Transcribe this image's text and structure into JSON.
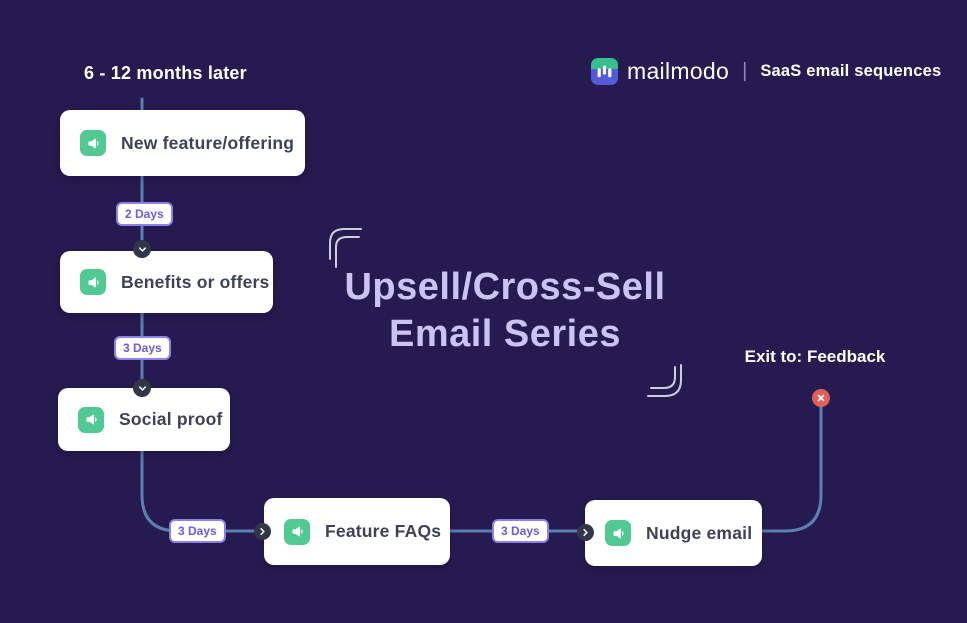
{
  "header": {
    "timeline_label": "6 - 12 months later",
    "brand_name": "mailmodo",
    "separator": "|",
    "tagline": "SaaS email sequences"
  },
  "title": {
    "line1": "Upsell/Cross-Sell",
    "line2": "Email Series"
  },
  "exit_label": "Exit to: Feedback",
  "nodes": [
    "New feature/offering",
    "Benefits or offers",
    "Social proof",
    "Feature FAQs",
    "Nudge email"
  ],
  "delays": [
    "2 Days",
    "3 Days",
    "3 Days",
    "3 Days"
  ],
  "icons": {
    "node": "megaphone-icon",
    "step": "chevron-down-icon",
    "advance": "chevron-right-icon",
    "exit": "x-circle-icon",
    "brand": "mailmodo-logo"
  },
  "colors": {
    "background": "#261b50",
    "connector": "#5b80b4",
    "card_bg": "#ffffff",
    "card_text": "#3e4257",
    "node_icon_green": "#52c893",
    "badge_text": "#6a5ce0",
    "badge_border": "#8d82ea",
    "step_dot": "#333548",
    "exit_red": "#e15e5a",
    "title_text": "#cbc3f1",
    "logo_green": "#35bf8b",
    "logo_purple": "#5759d8",
    "decoration": "#cfcfda"
  }
}
